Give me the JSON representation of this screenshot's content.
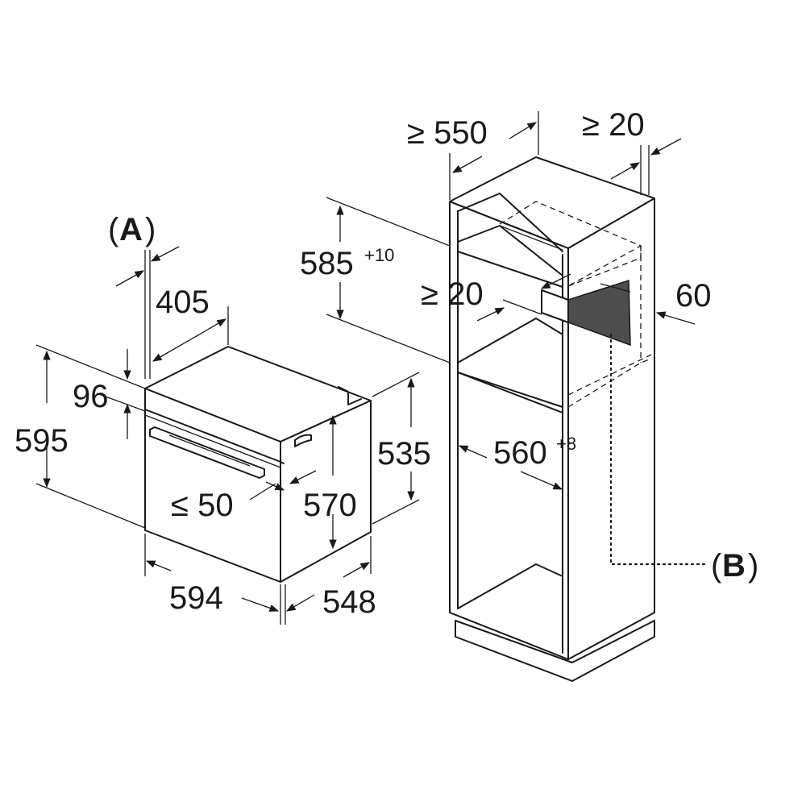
{
  "labels": {
    "a_marker_open": "(",
    "a_marker_letter": "A",
    "a_marker_close": ")",
    "b_marker_open": "(",
    "b_marker_letter": "B",
    "b_marker_close": ")",
    "dim_405": "405",
    "dim_96": "96",
    "dim_595": "595",
    "dim_50": "≤ 50",
    "dim_570": "570",
    "dim_535": "535",
    "dim_594": "594",
    "dim_548": "548",
    "dim_550": "≥ 550",
    "dim_20_top": "≥ 20",
    "dim_585": "585",
    "dim_585_tol": "+10",
    "dim_20_mid": "≥ 20",
    "dim_60": "60",
    "dim_560": "560",
    "dim_560_tol": "+8"
  }
}
